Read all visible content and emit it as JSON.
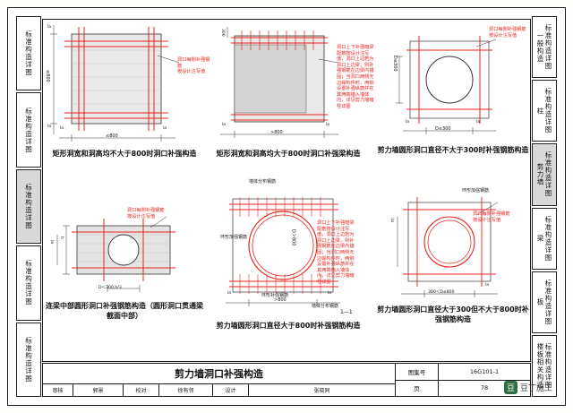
{
  "document": {
    "title": "剪力墙洞口补强构造",
    "atlas_number": "16G101-1",
    "page_label": "图集号",
    "page_number_label": "页",
    "page_number": "78"
  },
  "side_tabs": {
    "left": [
      "标准构造详图",
      "标准构造详图",
      "标准构造详图",
      "标准构造详图",
      "标准构造详图"
    ],
    "right": [
      "标准构造详图 一般构造",
      "标准构造详图 柱",
      "标准构造详图 剪力墙",
      "标准构造详图 梁",
      "标准构造详图 板",
      "标准构造详图 楼板相关构造"
    ]
  },
  "details": [
    {
      "id": "detail-1",
      "caption": "矩形洞宽和洞高均不大于800时洞口补强构造",
      "note_red": "洞口每侧补强钢筋\n按设计注写值",
      "dims": [
        "≤800",
        "≤800",
        "la",
        "la",
        "la",
        "la"
      ]
    },
    {
      "id": "detail-2",
      "caption": "矩形洞宽和洞高均大于800时洞口补强梁构造",
      "note_red": "洞口上下补强暗梁配筋按设计注写值，洞口上边若为洞口上边梁，则补强钢筋在边梁内锚固；当洞口两侧无边缘构件时，两侧设置补强纵筋并在其两端锚入墙体内，详见剪力墙暗柱详图",
      "dims": [
        ">800",
        "la",
        "la",
        "300"
      ]
    },
    {
      "id": "detail-3",
      "caption": "剪力墙圆形洞口直径不大于300时补强钢筋构造",
      "note_red": "洞口每侧补强钢筋\n按设计注写值",
      "dims": [
        "D≤300",
        "la",
        "la",
        "D≤300"
      ]
    },
    {
      "id": "detail-4",
      "caption": "连梁中部圆形洞口补强钢筋构造（圆形洞口贯通梁截面中部）",
      "note_red": "洞口每侧补强钢筋\n按设计注写值",
      "dims": [
        "D＜300,h/3",
        "la",
        "la",
        "D",
        "h"
      ]
    },
    {
      "id": "detail-5",
      "caption": "剪力墙圆形洞口直径大于800时补强钢筋构造",
      "note_red": "洞口上下补强暗梁配筋按设计注写值，洞口上边若为洞口上边梁，则补强钢筋在边梁内锚固；当洞口两侧无边缘构件时，两侧设置补强纵筋并在其两端锚入墙体内，详见剪力墙暗柱详图",
      "labels": [
        "墙体分布钢筋",
        "环形加强钢筋",
        "环形补强钢筋",
        "墙体分布钢筋",
        "1—1",
        "D＞800",
        ">800",
        "la",
        "la"
      ]
    },
    {
      "id": "detail-6",
      "caption": "剪力墙圆形洞口直径大于300但不大于800时补强钢筋构造",
      "note_red": "洞口每侧补强钢筋\n按设计注写值",
      "labels": [
        "环形加强钢筋",
        "300＜D≤800",
        "la",
        "la"
      ]
    }
  ],
  "title_block": {
    "drawing_title": "剪力墙洞口补强构造",
    "atlas_label": "图集号",
    "atlas_value": "16G101-1",
    "rows": [
      {
        "label": "审核",
        "value": "郭景"
      },
      {
        "label": "校对",
        "value": "徐有邻"
      },
      {
        "label": "设计",
        "value": "张晓同"
      },
      {
        "label": "页",
        "value": "78"
      }
    ],
    "row_extra": [
      "审核",
      "校对",
      "设计"
    ]
  },
  "watermark": {
    "logo_char": "豆",
    "text": "豆丁施工"
  }
}
